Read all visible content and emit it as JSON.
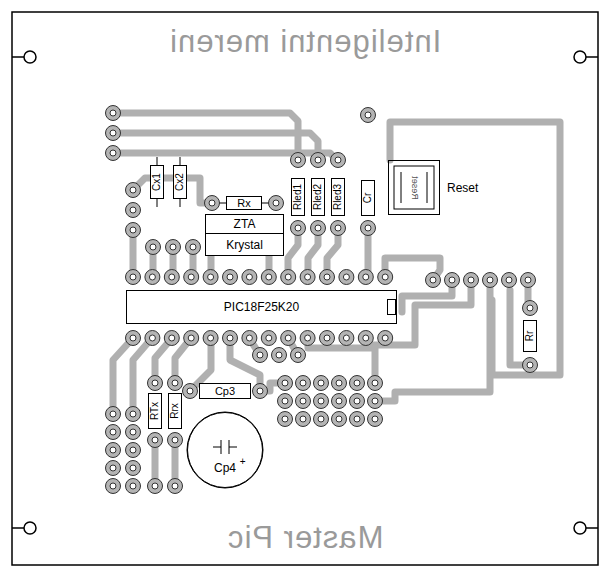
{
  "diagram": {
    "nodes": [
      {
        "text": [
          "Cx1"
        ]
      },
      {
        "text": [
          "Cx2"
        ]
      },
      {
        "text": [
          "Rx"
        ]
      },
      {
        "text": [
          "Rled1"
        ]
      },
      {
        "text": [
          "Rled2"
        ]
      },
      {
        "text": [
          "Rled3"
        ]
      },
      {
        "text": [
          "Cr"
        ]
      },
      {
        "text": [
          "Reset",
          "Reset"
        ]
      },
      {
        "text": [
          "ZTA",
          "Krystal"
        ]
      },
      {
        "text": [
          "PIC18F25K20"
        ]
      },
      {
        "text": [
          "Rr"
        ]
      },
      {
        "text": [
          "Cp3"
        ]
      },
      {
        "text": [
          "RTx"
        ]
      },
      {
        "text": [
          "Rrx"
        ]
      },
      {
        "text": [
          "Cp4",
          "+"
        ]
      }
    ],
    "labels": [
      "Inteligentni mereni",
      "Master Pic"
    ]
  }
}
